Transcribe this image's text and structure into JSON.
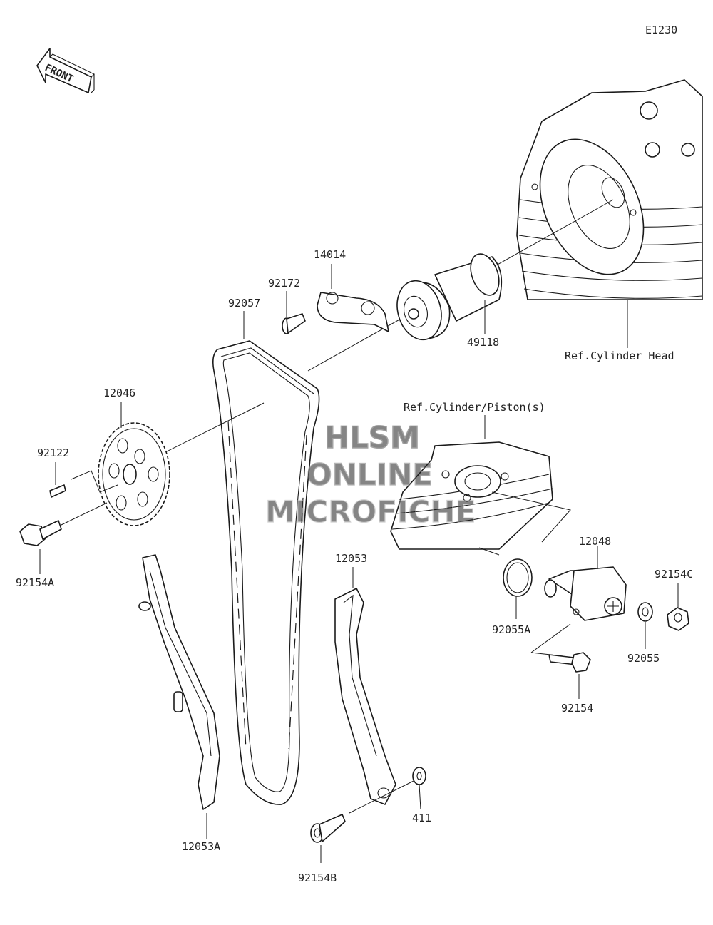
{
  "diagram_code": "E1230",
  "front_label": "FRONT",
  "refs": {
    "cylinder_head": "Ref.Cylinder Head",
    "cylinder_piston": "Ref.Cylinder/Piston(s)"
  },
  "parts": [
    {
      "id": "p14014",
      "label": "14014"
    },
    {
      "id": "p92172",
      "label": "92172"
    },
    {
      "id": "p92057",
      "label": "92057"
    },
    {
      "id": "p49118",
      "label": "49118"
    },
    {
      "id": "p12046",
      "label": "12046"
    },
    {
      "id": "p92122",
      "label": "92122"
    },
    {
      "id": "p92154A",
      "label": "92154A"
    },
    {
      "id": "p12053",
      "label": "12053"
    },
    {
      "id": "p12048",
      "label": "12048"
    },
    {
      "id": "p92154C",
      "label": "92154C"
    },
    {
      "id": "p92055A",
      "label": "92055A"
    },
    {
      "id": "p92055",
      "label": "92055"
    },
    {
      "id": "p92154",
      "label": "92154"
    },
    {
      "id": "p411",
      "label": "411"
    },
    {
      "id": "p12053A",
      "label": "12053A"
    },
    {
      "id": "p92154B",
      "label": "92154B"
    }
  ],
  "watermark": {
    "line1": "HLSM",
    "line2": "ONLINE",
    "line3": "MICROFICHE"
  }
}
